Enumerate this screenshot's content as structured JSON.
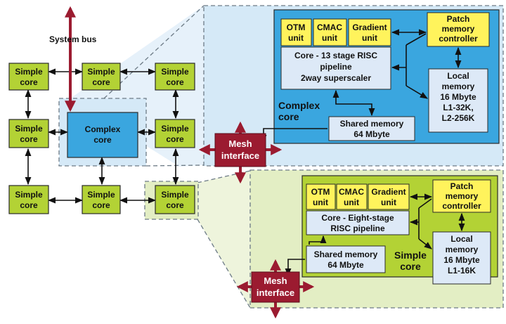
{
  "system_bus": {
    "label": "System bus"
  },
  "grid": {
    "simple_core": [
      "Simple",
      "core"
    ],
    "complex_core": [
      "Complex",
      "core"
    ]
  },
  "mesh_interface": [
    "Mesh",
    "interface"
  ],
  "complex_detail": {
    "units": [
      [
        "OTM",
        "unit"
      ],
      [
        "CMAC",
        "unit"
      ],
      [
        "Gradient",
        "unit"
      ]
    ],
    "core": [
      "Core - 13 stage RISC",
      "pipeline",
      "2way superscaler"
    ],
    "patch": [
      "Patch",
      "memory",
      "controller"
    ],
    "local": [
      "Local",
      "memory",
      "16 Mbyte",
      "L1-32K,",
      "L2-256K"
    ],
    "shared": [
      "Shared memory",
      "64 Mbyte"
    ],
    "title": [
      "Complex",
      "core"
    ]
  },
  "simple_detail": {
    "units": [
      [
        "OTM",
        "unit"
      ],
      [
        "CMAC",
        "unit"
      ],
      [
        "Gradient",
        "unit"
      ]
    ],
    "core": [
      "Core - Eight-stage",
      "RISC pipeline"
    ],
    "patch": [
      "Patch",
      "memory",
      "controller"
    ],
    "local": [
      "Local",
      "memory",
      "16 Mbyte",
      "L1-16K"
    ],
    "shared": [
      "Shared memory",
      "64 Mbyte"
    ],
    "title": [
      "Simple",
      "core"
    ]
  },
  "colors": {
    "simple_core": "#b3d235",
    "complex_core": "#3aa6df",
    "unit_yellow": "#fff35c",
    "mesh": "#9b1b30",
    "panel_blue": "#d5e9f7",
    "panel_green": "#e3eec4",
    "pale_box": "#dde9f7"
  }
}
